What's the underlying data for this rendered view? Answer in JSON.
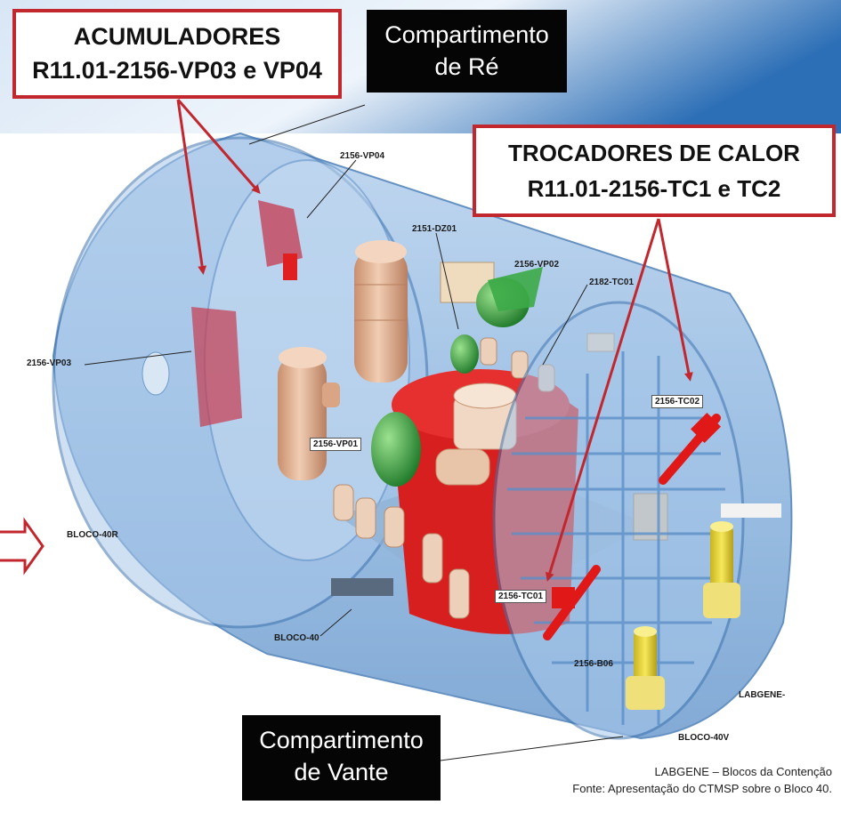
{
  "callouts": {
    "acumuladores": {
      "title": "ACUMULADORES",
      "subtitle": "R11.01-2156-VP03 e VP04"
    },
    "trocadores": {
      "title": "TROCADORES DE CALOR",
      "subtitle": "R11.01-2156-TC1 e TC2"
    }
  },
  "compartments": {
    "re": {
      "line1": "Compartimento",
      "line2": "de Ré"
    },
    "vante": {
      "line1": "Compartimento",
      "line2": "de Vante"
    }
  },
  "labels": {
    "vp04": "2156-VP04",
    "dz01": "2151-DZ01",
    "vp02": "2156-VP02",
    "tc1_top": "2182-TC01",
    "vp03": "2156-VP03",
    "tc02": "2156-TC02",
    "vp01": "2156-VP01",
    "bloco40r": "BLOCO-40R",
    "bloco40": "BLOCO-40",
    "tc01": "2156-TC01",
    "b06": "2156-B06",
    "labgene": "LABGENE-",
    "bloco40v": "BLOCO-40V"
  },
  "caption": {
    "line1": "LABGENE – Blocos da Contenção",
    "line2": "Fonte: Apresentação do CTMSP sobre o Bloco 40."
  },
  "colors": {
    "callout_border": "#c1272d",
    "arrow": "#c1272d",
    "hull": "#8fb7e0",
    "reactor": "#d81f1f",
    "vessel": "#e5b89a",
    "green_equipment": "#2f9a3a",
    "yellow_equipment": "#e8d53a"
  }
}
